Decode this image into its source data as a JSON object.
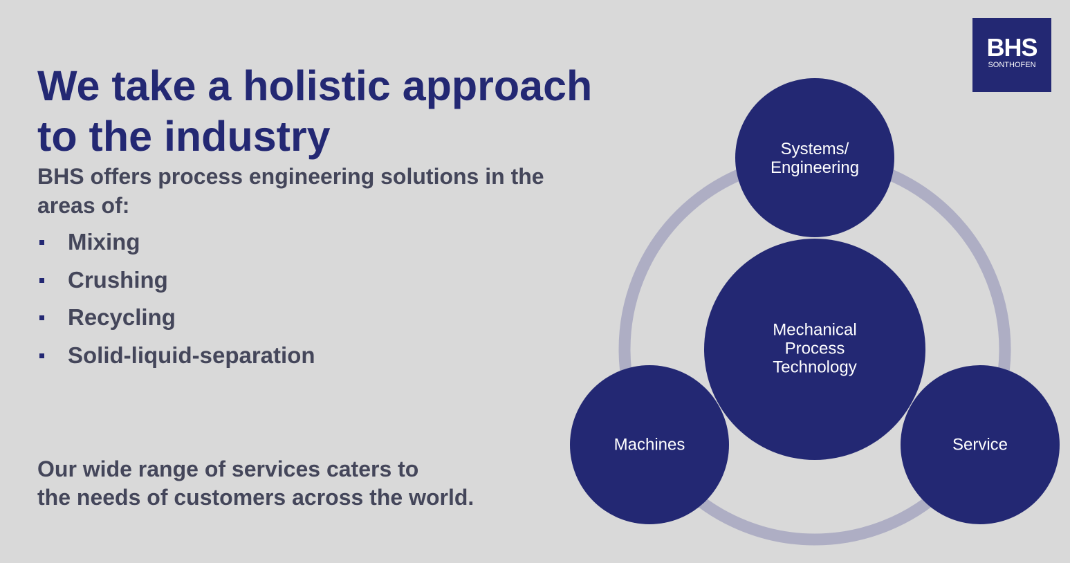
{
  "title_line1": "We take a holistic approach",
  "title_line2": "to the industry",
  "intro": "BHS offers process engineering solutions in the areas of:",
  "bullets": [
    "Mixing",
    "Crushing",
    "Recycling",
    "Solid-liquid-separation"
  ],
  "closing_line1": "Our wide range of services caters to",
  "closing_line2": "the needs of customers across the world.",
  "logo": {
    "name": "BHS",
    "sub": "SONTHOFEN"
  },
  "diagram": {
    "center_line1": "Mechanical",
    "center_line2": "Process",
    "center_line3": "Technology",
    "top_line1": "Systems/",
    "top_line2": "Engineering",
    "left": "Machines",
    "right": "Service"
  },
  "colors": {
    "navy": "#232873",
    "text": "#44465a",
    "ring": "#aeaec4",
    "background": "#d9d9d9"
  }
}
